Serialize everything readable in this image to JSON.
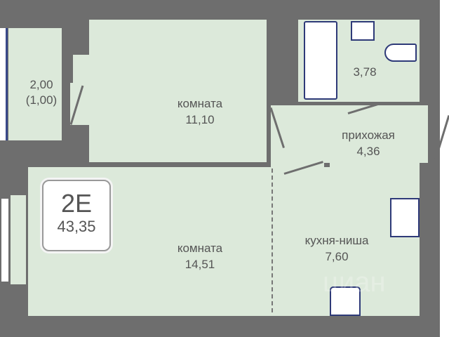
{
  "apartment": {
    "type": "2E",
    "total_area": "43,35"
  },
  "rooms": [
    {
      "name": "",
      "area": "2,00",
      "secondary": "(1,00)"
    },
    {
      "name": "комната",
      "area": "11,10"
    },
    {
      "name": "",
      "area": "3,78"
    },
    {
      "name": "прихожая",
      "area": "4,36"
    },
    {
      "name": "комната",
      "area": "14,51"
    },
    {
      "name": "кухня-ниша",
      "area": "7,60"
    }
  ],
  "watermark": "циан",
  "colors": {
    "room": "#dce9da",
    "wall": "#6e6e6e",
    "fixture": "#2e3a78"
  }
}
